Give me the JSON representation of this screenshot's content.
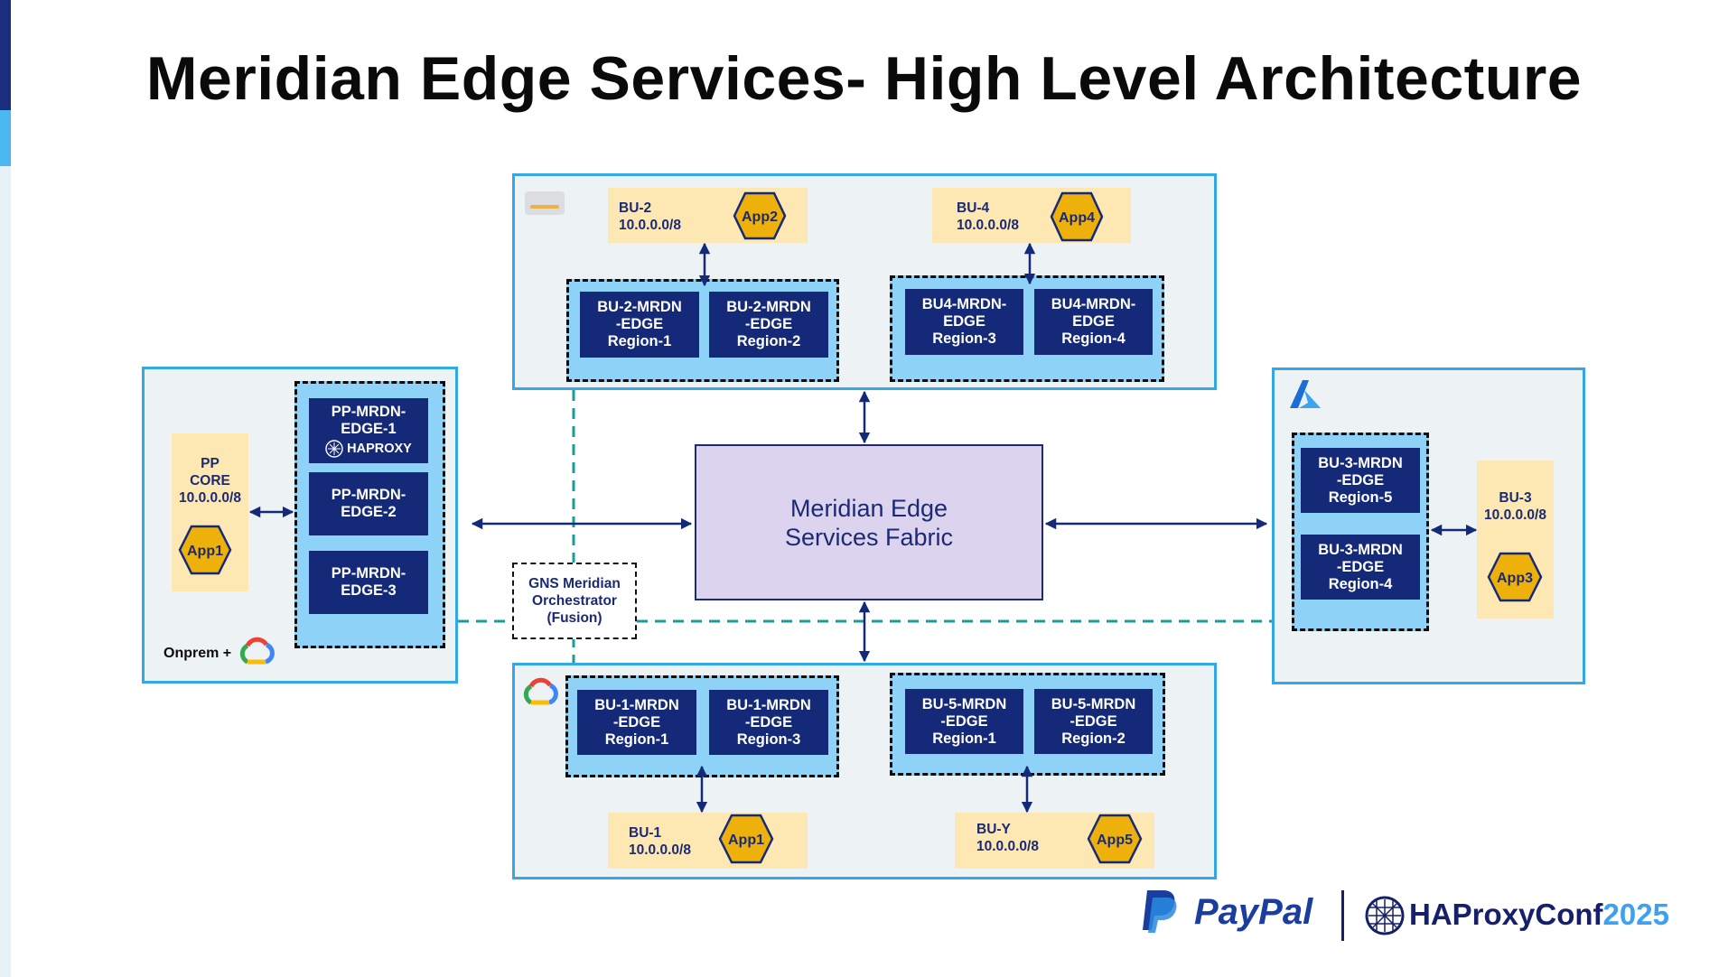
{
  "title": "Meridian Edge Services- High Level Architecture",
  "fabric": {
    "line1": "Meridian Edge",
    "line2": "Services Fabric"
  },
  "orchestrator": {
    "line1": "GNS Meridian",
    "line2": "Orchestrator",
    "line3": "(Fusion)"
  },
  "onprem": {
    "label": "Onprem +",
    "core": {
      "line1": "PP",
      "line2": "CORE",
      "line3": "10.0.0.0/8",
      "app": "App1"
    },
    "nodes": [
      {
        "line1": "PP-MRDN-",
        "line2": "EDGE-1",
        "badge": "HAPROXY"
      },
      {
        "line1": "PP-MRDN-",
        "line2": "EDGE-2"
      },
      {
        "line1": "PP-MRDN-",
        "line2": "EDGE-3"
      }
    ]
  },
  "aws": {
    "bu2": {
      "name": "BU-2",
      "cidr": "10.0.0.0/8",
      "app": "App2"
    },
    "bu4": {
      "name": "BU-4",
      "cidr": "10.0.0.0/8",
      "app": "App4"
    },
    "bu2_nodes": [
      {
        "line1": "BU-2-MRDN",
        "line2": "-EDGE",
        "line3": "Region-1"
      },
      {
        "line1": "BU-2-MRDN",
        "line2": "-EDGE",
        "line3": "Region-2"
      }
    ],
    "bu4_nodes": [
      {
        "line1": "BU4-MRDN-",
        "line2": "EDGE",
        "line3": "Region-3"
      },
      {
        "line1": "BU4-MRDN-",
        "line2": "EDGE",
        "line3": "Region-4"
      }
    ]
  },
  "gcp": {
    "bu1": {
      "name": "BU-1",
      "cidr": "10.0.0.0/8",
      "app": "App1"
    },
    "buy": {
      "name": "BU-Y",
      "cidr": "10.0.0.0/8",
      "app": "App5"
    },
    "bu1_nodes": [
      {
        "line1": "BU-1-MRDN",
        "line2": "-EDGE",
        "line3": "Region-1"
      },
      {
        "line1": "BU-1-MRDN",
        "line2": "-EDGE",
        "line3": "Region-3"
      }
    ],
    "bu5_nodes": [
      {
        "line1": "BU-5-MRDN",
        "line2": "-EDGE",
        "line3": "Region-1"
      },
      {
        "line1": "BU-5-MRDN",
        "line2": "-EDGE",
        "line3": "Region-2"
      }
    ]
  },
  "azure": {
    "bu3": {
      "name": "BU-3",
      "cidr": "10.0.0.0/8",
      "app": "App3"
    },
    "nodes": [
      {
        "line1": "BU-3-MRDN",
        "line2": "-EDGE",
        "line3": "Region-5"
      },
      {
        "line1": "BU-3-MRDN",
        "line2": "-EDGE",
        "line3": "Region-4"
      }
    ]
  },
  "footer": {
    "paypal": "PayPal",
    "conf_name": "HAProxyConf",
    "conf_year": "2025"
  },
  "colors": {
    "navy": "#142a78",
    "panel_border": "#33a8e6",
    "zone_fill": "#8fd2f7",
    "app_hex": "#eeb00a",
    "yellow_box": "#fde8b3",
    "fabric_fill": "#dcd4ee",
    "dashed_link": "#1a9e9a"
  },
  "icons": [
    "aws-logo-icon",
    "google-cloud-icon",
    "azure-logo-icon",
    "haproxy-logo-icon",
    "paypal-logo-icon"
  ]
}
